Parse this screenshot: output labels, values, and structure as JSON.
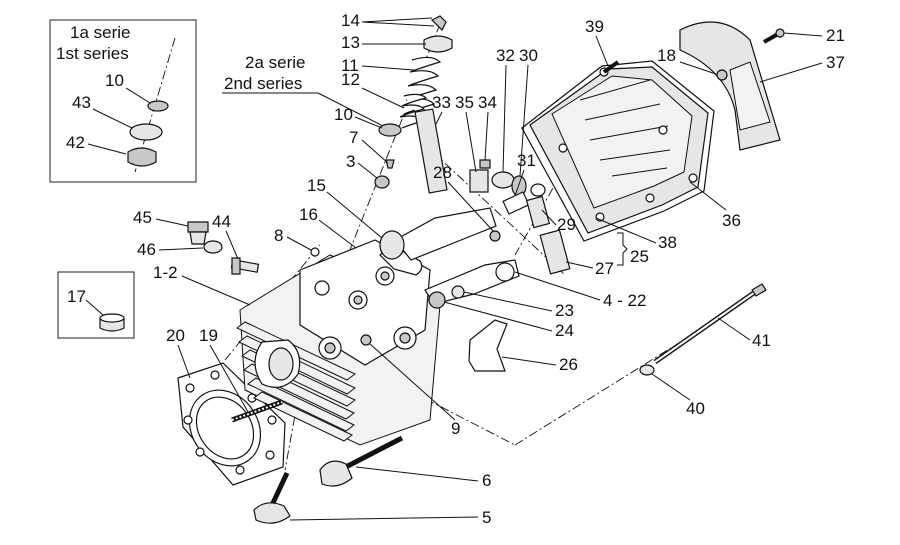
{
  "inset_1st": {
    "title_it": "1a serie",
    "title_en": "1st series",
    "labels": [
      "10",
      "43",
      "42"
    ]
  },
  "inset_2nd": {
    "title_it": "2a serie",
    "title_en": "2nd series"
  },
  "inset_17": {
    "label": "17"
  },
  "callouts": {
    "c14": "14",
    "c13": "13",
    "c11": "11",
    "c12": "12",
    "c10": "10",
    "c7": "7",
    "c3": "3",
    "c15": "15",
    "c16": "16",
    "c8": "8",
    "c45": "45",
    "c44": "44",
    "c46": "46",
    "c1_2": "1-2",
    "c20": "20",
    "c19": "19",
    "c33": "33",
    "c35": "35",
    "c34": "34",
    "c32": "32",
    "c30": "30",
    "c31": "31",
    "c28": "28",
    "c29": "29",
    "c39": "39",
    "c18": "18",
    "c21": "21",
    "c37": "37",
    "c36": "36",
    "c38": "38",
    "c25": "25",
    "c27": "27",
    "c4_22": "4 - 22",
    "c23": "23",
    "c24": "24",
    "c26": "26",
    "c9": "9",
    "c41": "41",
    "c40": "40",
    "c6": "6",
    "c5": "5"
  }
}
